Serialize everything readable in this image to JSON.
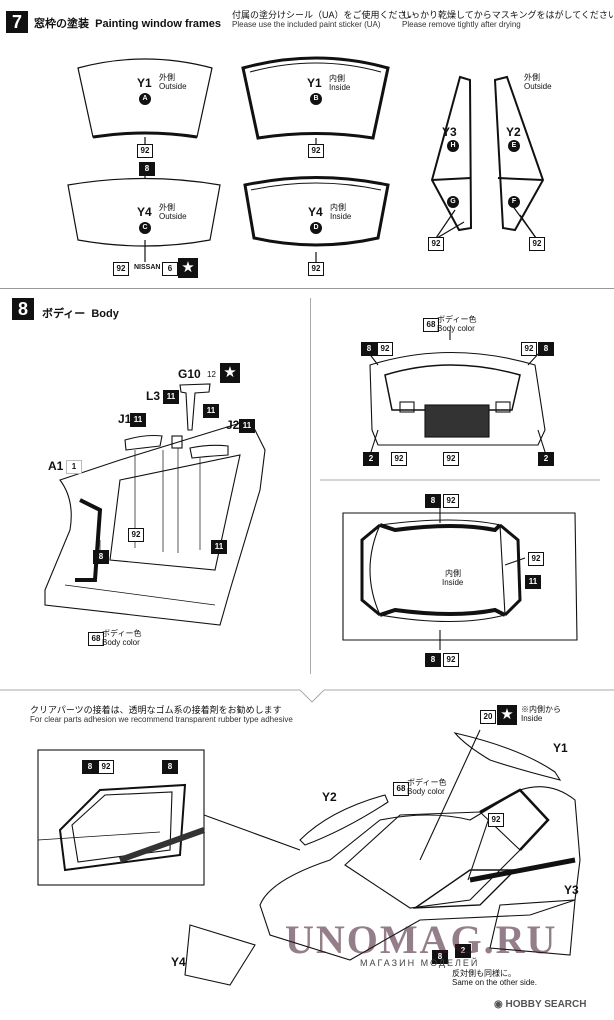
{
  "step7": {
    "number": "7",
    "title_ja": "窓枠の塗装",
    "title_en": "Painting window frames",
    "note1_ja": "付属の塗分けシール（UA）をご使用ください",
    "note1_en": "Please use the included paint sticker (UA)",
    "note2_ja": "しっかり乾燥してからマスキングをはがしてください",
    "note2_en": "Please remove tightly after drying",
    "y1a": {
      "label": "Y1",
      "ja": "外側",
      "en": "Outside",
      "mark": "A"
    },
    "y1b": {
      "label": "Y1",
      "ja": "内側",
      "en": "Inside",
      "mark": "B"
    },
    "y4c": {
      "label": "Y4",
      "ja": "外側",
      "en": "Outside",
      "mark": "C"
    },
    "y4d": {
      "label": "Y4",
      "ja": "内側",
      "en": "Inside",
      "mark": "D"
    },
    "y3": {
      "label": "Y3",
      "mark_top": "H",
      "mark_bot": "G"
    },
    "y2": {
      "label": "Y2",
      "ja": "外側",
      "en": "Outside",
      "mark_top": "E",
      "mark_bot": "F"
    },
    "c92": "92",
    "c8": "8",
    "nissan": "NISSAN",
    "nissan_num": "6",
    "star": "★"
  },
  "step8": {
    "number": "8",
    "title_ja": "ボディー",
    "title_en": "Body",
    "g10": "G10",
    "g10_num": "12",
    "l3": "L3",
    "j1": "J1",
    "j2": "J2",
    "a1": "A1",
    "a1_num": "1",
    "c11": "11",
    "c92": "92",
    "c8": "8",
    "c68": "68",
    "c2": "2",
    "body_color_ja": "ボディー色",
    "body_color_en": "Body color",
    "inside_ja": "内側",
    "inside_en": "Inside"
  },
  "clear": {
    "note_ja": "クリアパーツの接着は、透明なゴム系の接着剤をお勧めします",
    "note_en": "For clear parts adhesion we recommend transparent rubber type adhesive",
    "c20": "20",
    "star_note_ja": "※内側から",
    "star_note_en": "Inside",
    "y1": "Y1",
    "y2": "Y2",
    "y3": "Y3",
    "y4": "Y4",
    "c68": "68",
    "c92": "92",
    "c8": "8",
    "c2": "2",
    "body_color_ja": "ボディー色",
    "body_color_en": "Body color",
    "other_ja": "反対側も同様に。",
    "other_en": "Same on the other side."
  },
  "watermark": {
    "main": "UNOMAG.RU",
    "sub": "МАГАЗИН МОДЕЛЕЙ",
    "hobby": "HOBBY SEARCH"
  }
}
